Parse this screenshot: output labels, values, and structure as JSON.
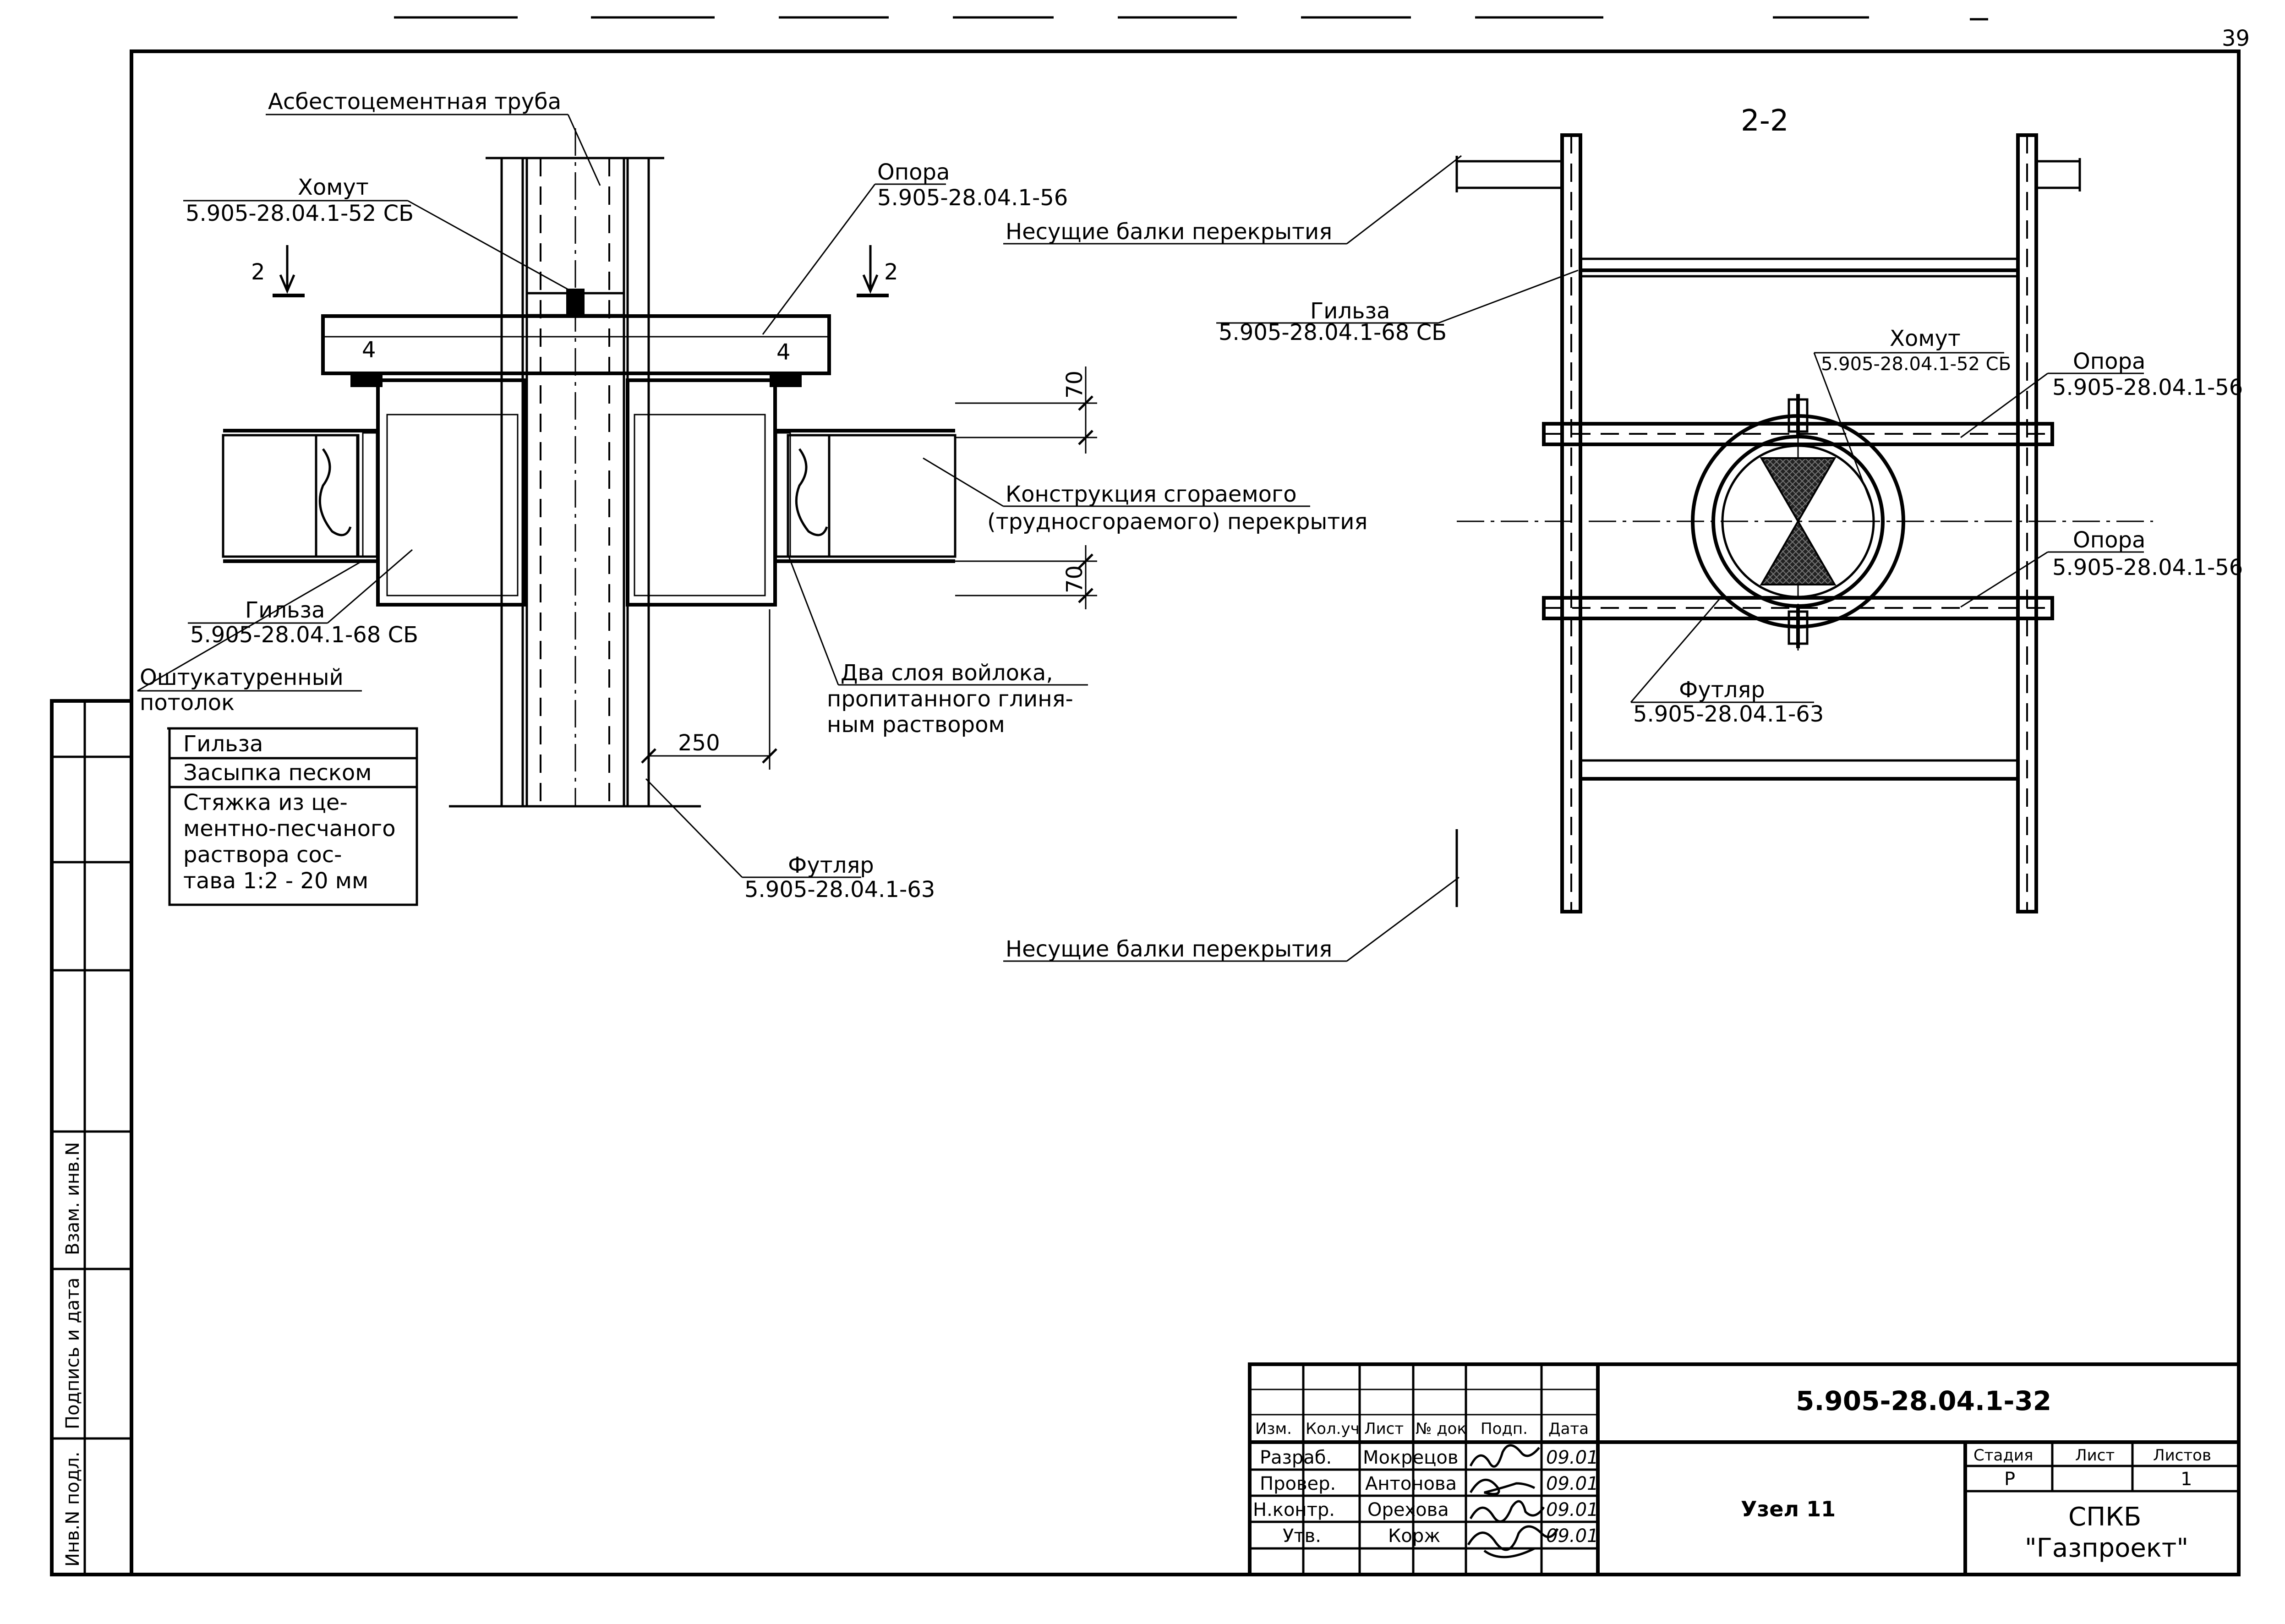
{
  "sheet_number": "39",
  "section_mark": "2-2",
  "section_arrow_label": "2",
  "left_view": {
    "asbestos_pipe": "Асбестоцементная труба",
    "clamp_title": "Хомут",
    "clamp_code": "5.905-28.04.1-52 СБ",
    "support_title": "Опора",
    "support_code": "5.905-28.04.1-56",
    "beam_mark_left": "4",
    "beam_mark_right": "4",
    "dim_70_top": "70",
    "dim_70_bottom": "70",
    "dim_250": "250",
    "structure_line1": "Конструкция сгораемого",
    "structure_line2": "(трудносгораемого) перекрытия",
    "sleeve_title": "Гильза",
    "sleeve_code": "5.905-28.04.1-68 СБ",
    "ceiling_line1": "Оштукатуренный",
    "ceiling_line2": "потолок",
    "felt_line1": "Два слоя войлока,",
    "felt_line2": "пропитанного глиня-",
    "felt_line3": "ным раствором",
    "case_title": "Футляр",
    "case_code": "5.905-28.04.1-63"
  },
  "legend": {
    "row1": "Гильза",
    "row2": "Засыпка песком",
    "row3_lines": [
      "Стяжка из це-",
      "ментно-песчаного",
      "раствора сос-",
      "тава 1:2 - 20 мм"
    ]
  },
  "right_view": {
    "beams_top": "Несущие балки перекрытия",
    "beams_bottom": "Несущие балки перекрытия",
    "sleeve_title": "Гильза",
    "sleeve_code": "5.905-28.04.1-68 СБ",
    "clamp_title": "Хомут",
    "clamp_code": "5.905-28.04.1-52 СБ",
    "support1_title": "Опора",
    "support1_code": "5.905-28.04.1-56",
    "support2_title": "Опора",
    "support2_code": "5.905-28.04.1-56",
    "case_title": "Футляр",
    "case_code": "5.905-28.04.1-63"
  },
  "side_stamp": {
    "col1": "Взам. инв.N",
    "col2": "Подпись и дата",
    "col3": "Инв.N подл."
  },
  "title_block": {
    "doc_code": "5.905-28.04.1-32",
    "headers": [
      "Изм.",
      "Кол.уч",
      "Лист",
      "№ док",
      "Подп.",
      "Дата"
    ],
    "rows": [
      {
        "role": "Разраб.",
        "name": "Мокрецов",
        "date": "09.01"
      },
      {
        "role": "Провер.",
        "name": "Антонова",
        "date": "09.01"
      },
      {
        "role": "Н.контр.",
        "name": "Орехова",
        "date": "09.01"
      },
      {
        "role": "Утв.",
        "name": "Корж",
        "date": "09.01"
      }
    ],
    "node_name": "Узел 11",
    "stage_header": "Стадия",
    "sheet_header": "Лист",
    "sheets_header": "Листов",
    "stage_value": "Р",
    "sheet_value": "",
    "sheets_value": "1",
    "org_line1": "СПКБ",
    "org_line2": "\"Газпроект\""
  }
}
